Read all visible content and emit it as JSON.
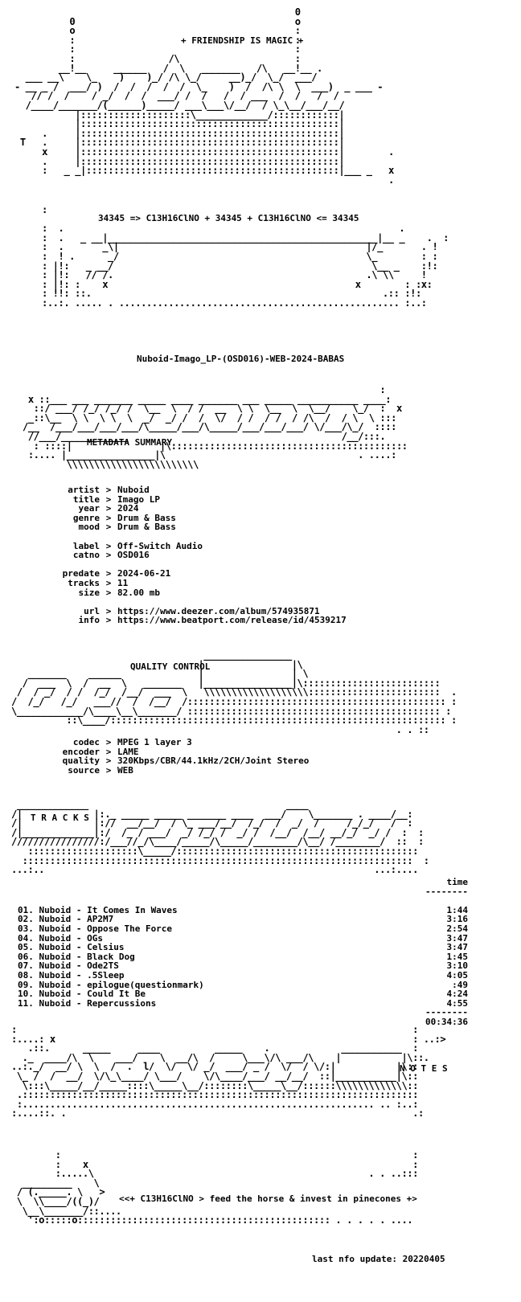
{
  "header": {
    "tagline": "+ FRIENDSHIP IS MAGIC +",
    "formula": "34345 => C13H16ClNO + 34345 + C13H16ClNO <= 34345"
  },
  "release_name": "Nuboid-Imago_LP-(OSD016)-WEB-2024-BABAS",
  "metadata": {
    "section_title": "METADATA SUMMARY",
    "groups": [
      [
        {
          "key": "artist",
          "value": "Nuboid"
        },
        {
          "key": "title",
          "value": "Imago LP"
        },
        {
          "key": "year",
          "value": "2024"
        },
        {
          "key": "genre",
          "value": "Drum & Bass"
        },
        {
          "key": "mood",
          "value": "Drum & Bass"
        }
      ],
      [
        {
          "key": "label",
          "value": "Off-Switch Audio"
        },
        {
          "key": "catno",
          "value": "OSD016"
        }
      ],
      [
        {
          "key": "predate",
          "value": "2024-06-21"
        },
        {
          "key": "tracks",
          "value": "11"
        },
        {
          "key": "size",
          "value": "82.00 mb"
        }
      ],
      [
        {
          "key": "url",
          "value": "https://www.deezer.com/album/574935871"
        },
        {
          "key": "info",
          "value": "https://www.beatport.com/release/id/4539217"
        }
      ]
    ]
  },
  "quality": {
    "section_title": "QUALITY CONTROL",
    "rows": [
      {
        "key": "codec",
        "value": "MPEG 1 layer 3"
      },
      {
        "key": "encoder",
        "value": "LAME"
      },
      {
        "key": "quality",
        "value": "320Kbps/CBR/44.1kHz/2CH/Joint Stereo"
      },
      {
        "key": "source",
        "value": "WEB"
      }
    ]
  },
  "tracks": {
    "section_title": "T R A C K S",
    "time_header": "time",
    "items": [
      {
        "title": "01. Nuboid - It Comes In Waves",
        "time": "1:44"
      },
      {
        "title": "02. Nuboid - AP2M7",
        "time": "3:16"
      },
      {
        "title": "03. Nuboid - Oppose The Force",
        "time": "2:54"
      },
      {
        "title": "04. Nuboid - OGs",
        "time": "3:47"
      },
      {
        "title": "05. Nuboid - Celsius",
        "time": "3:47"
      },
      {
        "title": "06. Nuboid - Black Dog",
        "time": "1:45"
      },
      {
        "title": "07. Nuboid - Ode2TS",
        "time": "3:10"
      },
      {
        "title": "08. Nuboid - .5Sleep",
        "time": "4:05"
      },
      {
        "title": "09. Nuboid - epilogue(questionmark)",
        "time": ":49"
      },
      {
        "title": "10. Nuboid - Could It Be",
        "time": "4:24"
      },
      {
        "title": "11. Nuboid - Repercussions",
        "time": "4:55"
      }
    ],
    "total": "00:34:36"
  },
  "notes": {
    "section_title": "N O T E S"
  },
  "footer": {
    "tagline": "<<+ C13H16ClNO > feed the horse & invest in pinecones +>",
    "last_update": "last nfo update: 20220405"
  }
}
